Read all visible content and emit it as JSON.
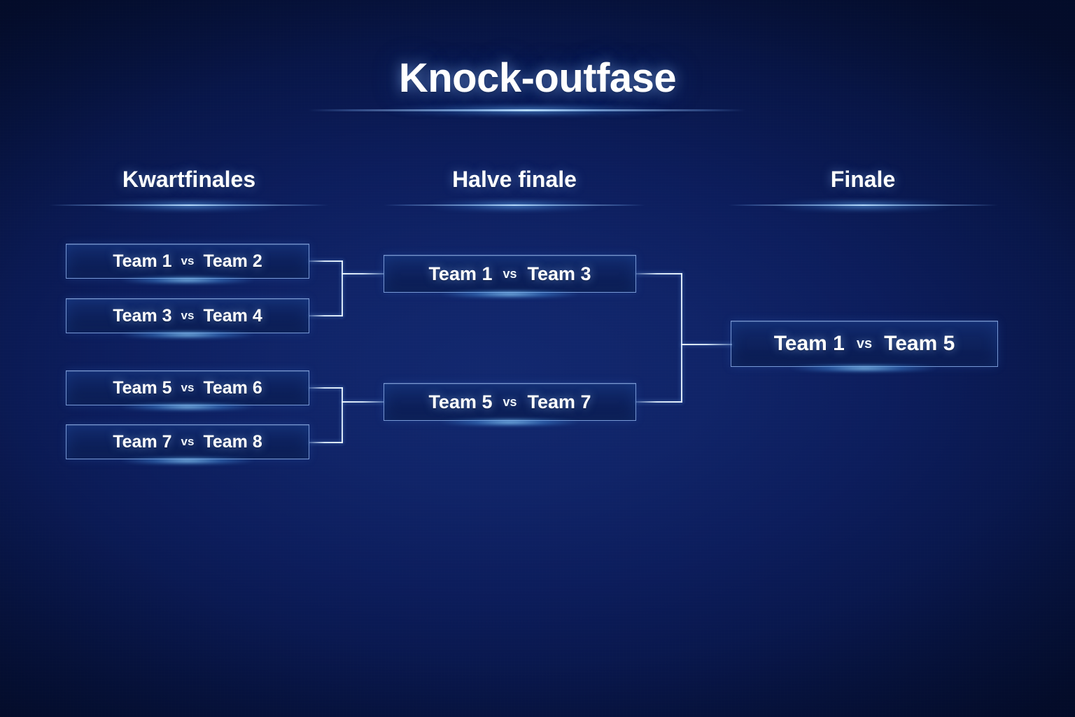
{
  "slide": {
    "title": "Knock-outfase"
  },
  "rounds": [
    {
      "id": "quarterfinals",
      "header": "Kwartfinales",
      "matches": [
        {
          "home": "Team 1",
          "vs": "vs",
          "away": "Team 2"
        },
        {
          "home": "Team 3",
          "vs": "vs",
          "away": "Team 4"
        },
        {
          "home": "Team 5",
          "vs": "vs",
          "away": "Team 6"
        },
        {
          "home": "Team 7",
          "vs": "vs",
          "away": "Team 8"
        }
      ]
    },
    {
      "id": "semifinals",
      "header": "Halve finale",
      "matches": [
        {
          "home": "Team 1",
          "vs": "vs",
          "away": "Team 3"
        },
        {
          "home": "Team 5",
          "vs": "vs",
          "away": "Team 7"
        }
      ]
    },
    {
      "id": "final",
      "header": "Finale",
      "matches": [
        {
          "home": "Team 1",
          "vs": "vs",
          "away": "Team 5"
        }
      ]
    }
  ],
  "colors": {
    "background_dark": "#040d2e",
    "background_mid": "#0c1d5c",
    "background_light": "#12286f",
    "box_border": "#96b9f5",
    "box_fill": "#122a6c",
    "text": "#ffffff",
    "glow": "#96d7ff",
    "connector": "#ebf6ff"
  }
}
